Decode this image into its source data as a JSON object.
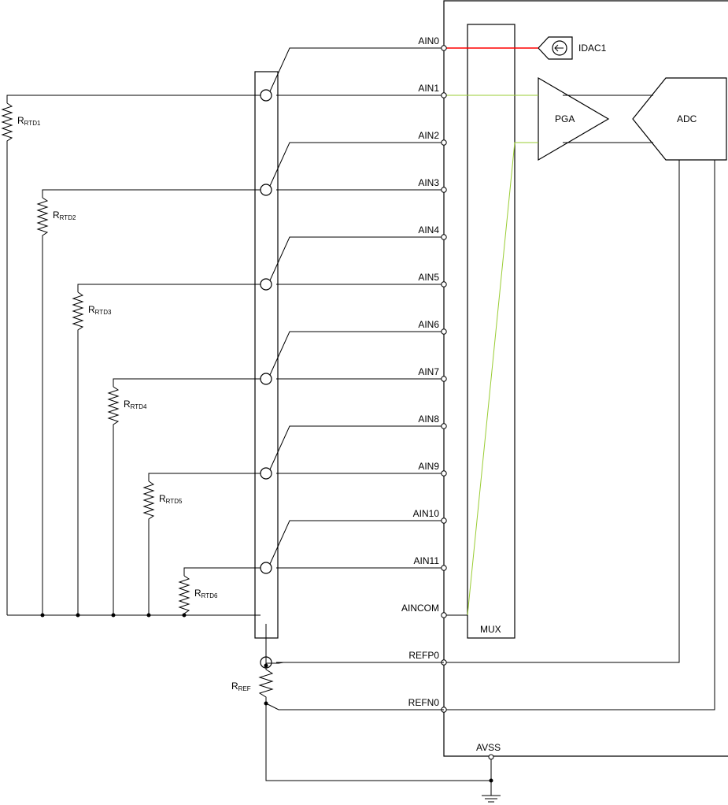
{
  "pins": [
    "AIN0",
    "AIN1",
    "AIN2",
    "AIN3",
    "AIN4",
    "AIN5",
    "AIN6",
    "AIN7",
    "AIN8",
    "AIN9",
    "AIN10",
    "AIN11",
    "AINCOM",
    "REFP0",
    "REFN0"
  ],
  "avss_label": "AVSS",
  "mux_label": "MUX",
  "pga_label": "PGA",
  "adc_label": "ADC",
  "idac_label": "IDAC1",
  "resistors": [
    {
      "base": "R",
      "sub": "RTD1"
    },
    {
      "base": "R",
      "sub": "RTD2"
    },
    {
      "base": "R",
      "sub": "RTD3"
    },
    {
      "base": "R",
      "sub": "RTD4"
    },
    {
      "base": "R",
      "sub": "RTD5"
    },
    {
      "base": "R",
      "sub": "RTD6"
    }
  ],
  "rref": {
    "base": "R",
    "sub": "REF"
  },
  "colors": {
    "idac_path": "#ff0000",
    "pga_path": "#99cc33",
    "wire": "#000000"
  }
}
